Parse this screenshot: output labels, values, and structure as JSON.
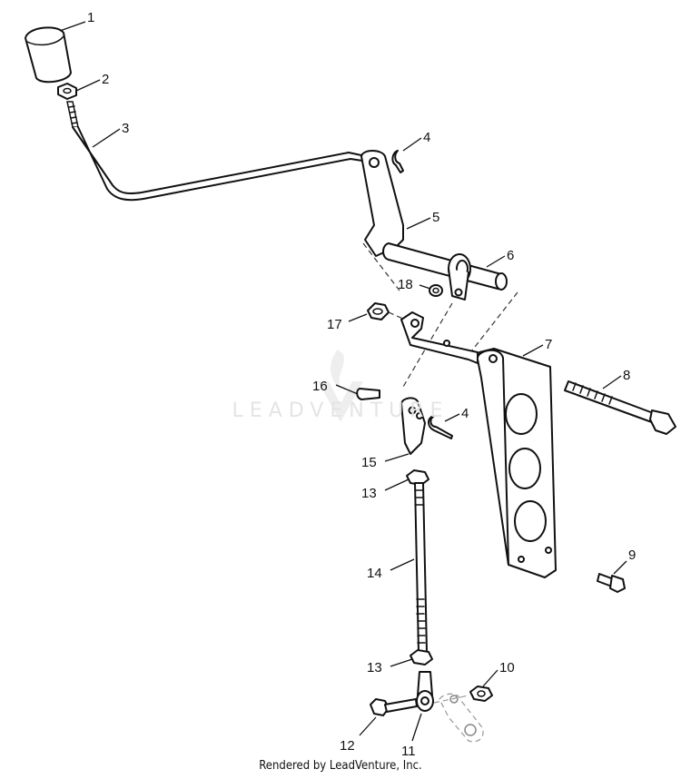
{
  "watermark": "LEADVENTURE",
  "footer": "Rendered by LeadVenture, Inc.",
  "callouts": {
    "c1": "1",
    "c2": "2",
    "c3": "3",
    "c4a": "4",
    "c4b": "4",
    "c5": "5",
    "c6": "6",
    "c7": "7",
    "c8": "8",
    "c9": "9",
    "c10": "10",
    "c11": "11",
    "c12": "12",
    "c13a": "13",
    "c13b": "13",
    "c14": "14",
    "c15": "15",
    "c16": "16",
    "c17": "17",
    "c18": "18"
  }
}
